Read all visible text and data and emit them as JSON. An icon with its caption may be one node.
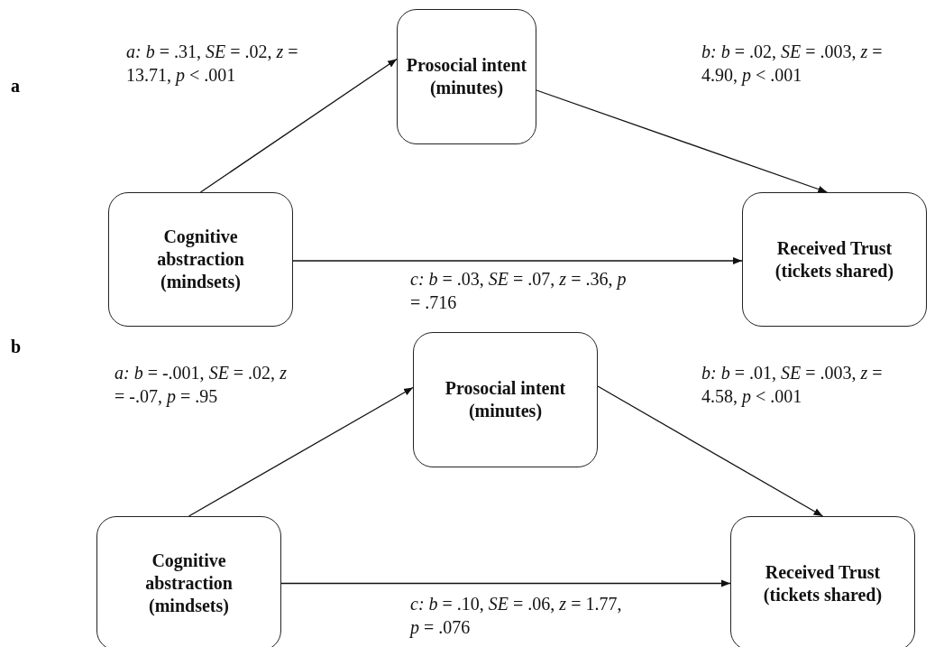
{
  "diagram": {
    "nodes": [
      {
        "text": [
          "Prosocial intent (minutes)"
        ]
      },
      {
        "text": [
          "Cognitive abstraction (mindsets)"
        ]
      },
      {
        "text": [
          "Received Trust (tickets shared)"
        ]
      },
      {
        "text": [
          "Prosocial intent (minutes)"
        ]
      },
      {
        "text": [
          "Cognitive abstraction (mindsets)"
        ]
      },
      {
        "text": [
          "Received Trust (tickets shared)"
        ]
      }
    ],
    "edges": [
      {
        "from": 1,
        "to": 0,
        "arrow": "to",
        "label": "*a:* *b* = .31, *SE* = .02, *z* = 13.71, *p* < .001"
      },
      {
        "from": 0,
        "to": 2,
        "arrow": "to",
        "label": "*b:* *b* = .02, *SE* = .003, *z* = 4.90, *p* < .001"
      },
      {
        "from": 1,
        "to": 2,
        "arrow": "to",
        "label": "*c:* *b* = .03, *SE* = .07, *z* = .36, *p* = .716"
      },
      {
        "from": 4,
        "to": 3,
        "arrow": "to",
        "label": "*a:* *b* = -.001, *SE* = .02, *z* = -.07, *p* = .95"
      },
      {
        "from": 3,
        "to": 5,
        "arrow": "to",
        "label": "*b:* *b* = .01, *SE* = .003, *z* = 4.58, *p* < .001"
      },
      {
        "from": 4,
        "to": 5,
        "arrow": "to",
        "label": "*c:* *b* = .10, *SE* = .06, *z* = 1.77, *p* = .076"
      }
    ],
    "labels": [
      "a",
      "b"
    ]
  }
}
